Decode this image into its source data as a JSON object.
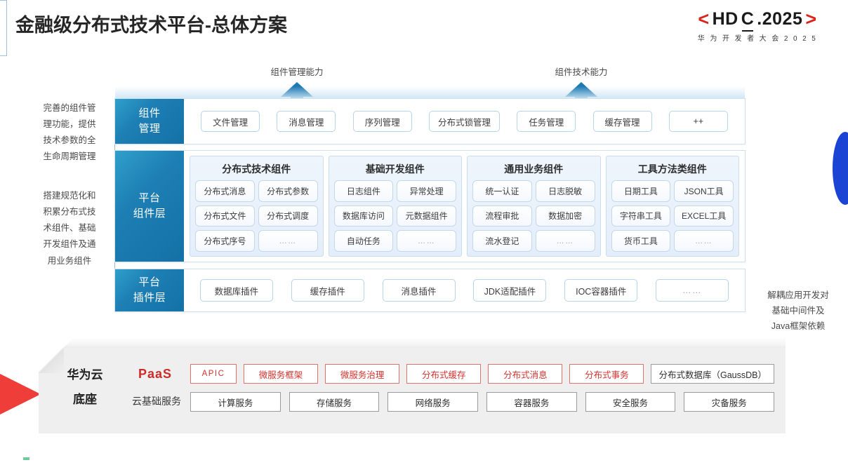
{
  "header": {
    "title": "金融级分布式技术平台-总体方案",
    "logo_left_bracket": "<",
    "logo_right_bracket": ">",
    "logo_part1": "HD",
    "logo_part2": "C",
    "logo_part3": ".2025",
    "logo_subtitle": "华 为 开 发 者 大 会 2 0 2 5"
  },
  "callouts": {
    "arrow_left_label": "组件管理能力",
    "arrow_right_label": "组件技术能力"
  },
  "side_notes": {
    "left_top": "完善的组件管\n理功能，提供\n技术参数的全\n生命周期管理",
    "left_top_lines": [
      "完善的组件管",
      "理功能，提供",
      "技术参数的全",
      "生命周期管理"
    ],
    "left_mid_lines": [
      "搭建规范化和",
      "积累分布式技",
      "术组件、基础",
      "开发组件及通",
      "用业务组件"
    ],
    "right_lines": [
      "解耦应用开发对",
      "基础中间件及",
      "Java框架依赖"
    ]
  },
  "component_mgmt": {
    "label_line1": "组件",
    "label_line2": "管理",
    "items": [
      "文件管理",
      "消息管理",
      "序列管理",
      "分布式锁管理",
      "任务管理",
      "缓存管理",
      "++"
    ]
  },
  "platform_layer": {
    "label_line1": "平台",
    "label_line2": "组件层",
    "groups": [
      {
        "title": "分布式技术组件",
        "cells": [
          "分布式消息",
          "分布式参数",
          "分布式文件",
          "分布式调度",
          "分布式序号",
          "……"
        ]
      },
      {
        "title": "基础开发组件",
        "cells": [
          "日志组件",
          "异常处理",
          "数据库访问",
          "元数据组件",
          "自动任务",
          "……"
        ]
      },
      {
        "title": "通用业务组件",
        "cells": [
          "统一认证",
          "日志脱敏",
          "流程审批",
          "数据加密",
          "流水登记",
          "……"
        ]
      },
      {
        "title": "工具方法类组件",
        "cells": [
          "日期工具",
          "JSON工具",
          "字符串工具",
          "EXCEL工具",
          "货币工具",
          "……"
        ]
      }
    ]
  },
  "plugin_layer": {
    "label_line1": "平台",
    "label_line2": "插件层",
    "items": [
      "数据库插件",
      "缓存插件",
      "消息插件",
      "JDK适配插件",
      "IOC容器插件",
      "……"
    ]
  },
  "base": {
    "col_title_line1": "华为云",
    "col_title_line2": "底座",
    "paas_label": "PaaS",
    "cloud_label": "云基础服务",
    "paas_items": [
      {
        "text": "APIC",
        "style": "red",
        "flex": "0 0 66px"
      },
      {
        "text": "微服务框架",
        "style": "red",
        "flex": "1"
      },
      {
        "text": "微服务治理",
        "style": "red",
        "flex": "1"
      },
      {
        "text": "分布式缓存",
        "style": "red",
        "flex": "1"
      },
      {
        "text": "分布式消息",
        "style": "red",
        "flex": "1"
      },
      {
        "text": "分布式事务",
        "style": "red",
        "flex": "1"
      },
      {
        "text": "分布式数据库（GaussDB）",
        "style": "plain",
        "flex": "1.55"
      }
    ],
    "service_items": [
      "计算服务",
      "存储服务",
      "网络服务",
      "容器服务",
      "安全服务",
      "灾备服务"
    ]
  },
  "colors": {
    "brand_red": "#d9261c",
    "brand_blue": "#1d79b2",
    "accent_blue": "#1c44d4",
    "paas_red": "#cf2b26",
    "base_grey": "#efefef"
  }
}
